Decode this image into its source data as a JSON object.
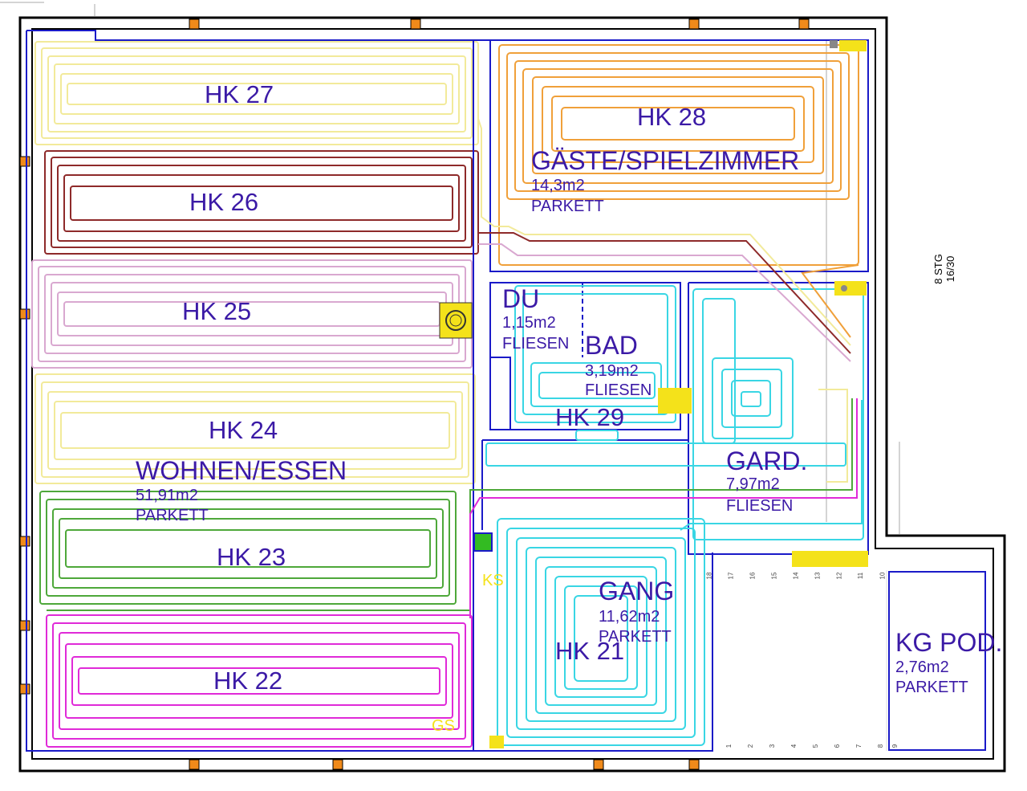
{
  "circuits": [
    {
      "id": "hk27",
      "label": "HK 27",
      "color": "#f2ea9a"
    },
    {
      "id": "hk26",
      "label": "HK 26",
      "color": "#8e2a2a"
    },
    {
      "id": "hk25",
      "label": "HK 25",
      "color": "#d9a8d0"
    },
    {
      "id": "hk24",
      "label": "HK 24",
      "color": "#f2ea9a"
    },
    {
      "id": "hk23",
      "label": "HK 23",
      "color": "#4ea83a"
    },
    {
      "id": "hk22",
      "label": "HK 22",
      "color": "#e02ad8"
    },
    {
      "id": "hk28",
      "label": "HK 28",
      "color": "#f0a03a"
    },
    {
      "id": "hk29",
      "label": "HK 29",
      "color": "#39d6e4"
    },
    {
      "id": "hk21",
      "label": "HK 21",
      "color": "#39d6e4"
    }
  ],
  "rooms": {
    "wohnen": {
      "name": "WOHNEN/ESSEN",
      "area": "51,91m2",
      "floor": "PARKETT"
    },
    "gaeste": {
      "name": "GÄSTE/SPIELZIMMER",
      "area": "14,3m2",
      "floor": "PARKETT"
    },
    "du": {
      "name": "DU",
      "area": "1,15m2",
      "floor": "FLIESEN"
    },
    "bad": {
      "name": "BAD",
      "area": "3,19m2",
      "floor": "FLIESEN"
    },
    "gard": {
      "name": "GARD.",
      "area": "7,97m2",
      "floor": "FLIESEN"
    },
    "gang": {
      "name": "GANG",
      "area": "11,62m2",
      "floor": "PARKETT"
    },
    "kgpod": {
      "name": "KG POD.",
      "area": "2,76m2",
      "floor": "PARKETT"
    }
  },
  "markers": {
    "ks": "KS",
    "gs": "GS"
  },
  "stair": {
    "steps": "8 STG",
    "ratio": "16/30"
  },
  "step_numbers": [
    "18",
    "17",
    "16",
    "15",
    "14",
    "13",
    "12",
    "11",
    "10",
    "9",
    "8",
    "7",
    "6",
    "5",
    "4",
    "3",
    "2",
    "1"
  ],
  "colors": {
    "wall": "#000000",
    "room_outline": "#1a1ac8",
    "label": "#3b1aa6",
    "fixture": "#f4e21a",
    "outlet": "#f08a1a",
    "manifold": "#33bb22"
  }
}
